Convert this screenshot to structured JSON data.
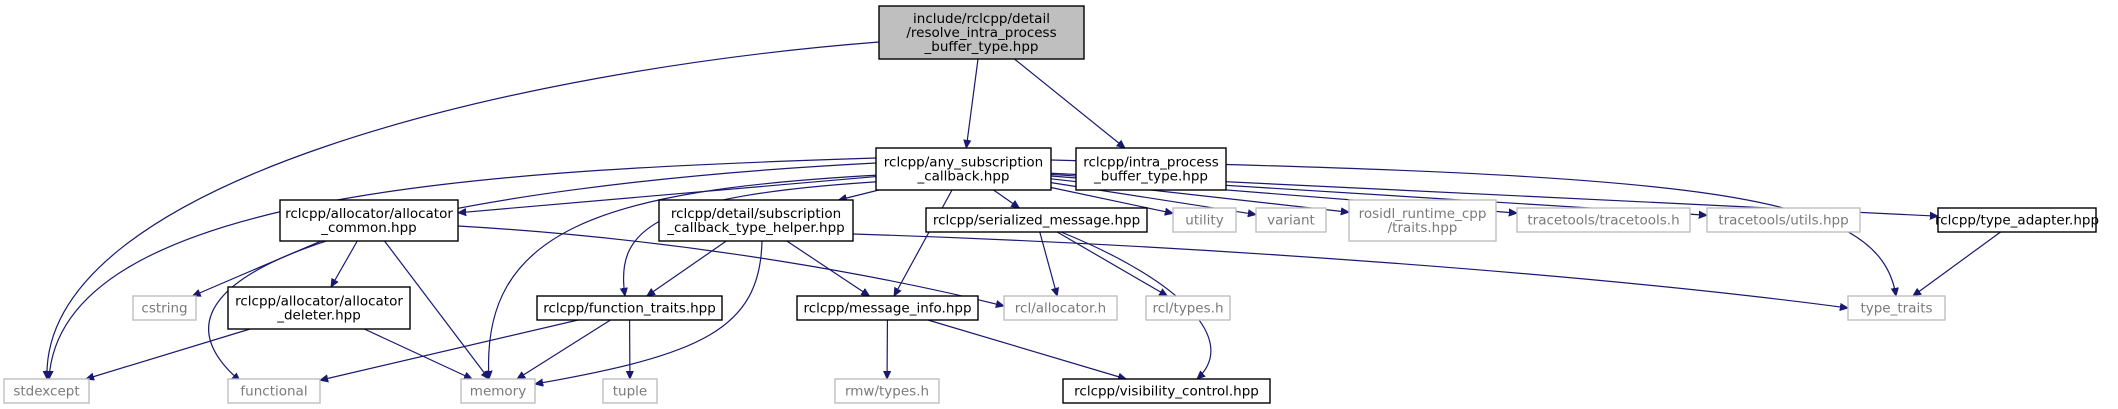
{
  "nodes": [
    {
      "id": "root",
      "kind": "root",
      "lines": [
        "include/rclcpp/detail",
        "/resolve_intra_process",
        "_buffer_type.hpp"
      ]
    },
    {
      "id": "any_sub",
      "kind": "doc",
      "lines": [
        "rclcpp/any_subscription",
        "_callback.hpp"
      ]
    },
    {
      "id": "ip_buf",
      "kind": "doc",
      "lines": [
        "rclcpp/intra_process",
        "_buffer_type.hpp"
      ]
    },
    {
      "id": "alloc_common",
      "kind": "doc",
      "lines": [
        "rclcpp/allocator/allocator",
        "_common.hpp"
      ]
    },
    {
      "id": "sub_cb_helper",
      "kind": "doc",
      "lines": [
        "rclcpp/detail/subscription",
        "_callback_type_helper.hpp"
      ]
    },
    {
      "id": "ser_msg",
      "kind": "doc",
      "lines": [
        "rclcpp/serialized_message.hpp"
      ]
    },
    {
      "id": "utility",
      "kind": "ext",
      "lines": [
        "utility"
      ]
    },
    {
      "id": "variant",
      "kind": "ext",
      "lines": [
        "variant"
      ]
    },
    {
      "id": "rosidl",
      "kind": "ext",
      "lines": [
        "rosidl_runtime_cpp",
        "/traits.hpp"
      ]
    },
    {
      "id": "tt_tracetools",
      "kind": "ext",
      "lines": [
        "tracetools/tracetools.h"
      ]
    },
    {
      "id": "tt_utils",
      "kind": "ext",
      "lines": [
        "tracetools/utils.hpp"
      ]
    },
    {
      "id": "type_adapter",
      "kind": "doc",
      "lines": [
        "rclcpp/type_adapter.hpp"
      ]
    },
    {
      "id": "cstring",
      "kind": "ext",
      "lines": [
        "cstring"
      ]
    },
    {
      "id": "alloc_deleter",
      "kind": "doc",
      "lines": [
        "rclcpp/allocator/allocator",
        "_deleter.hpp"
      ]
    },
    {
      "id": "func_traits",
      "kind": "doc",
      "lines": [
        "rclcpp/function_traits.hpp"
      ]
    },
    {
      "id": "msg_info",
      "kind": "doc",
      "lines": [
        "rclcpp/message_info.hpp"
      ]
    },
    {
      "id": "rcl_alloc",
      "kind": "ext",
      "lines": [
        "rcl/allocator.h"
      ]
    },
    {
      "id": "rcl_types",
      "kind": "ext",
      "lines": [
        "rcl/types.h"
      ]
    },
    {
      "id": "type_traits",
      "kind": "ext",
      "lines": [
        "type_traits"
      ]
    },
    {
      "id": "stdexcept",
      "kind": "ext",
      "lines": [
        "stdexcept"
      ]
    },
    {
      "id": "functional",
      "kind": "ext",
      "lines": [
        "functional"
      ]
    },
    {
      "id": "memory",
      "kind": "ext",
      "lines": [
        "memory"
      ]
    },
    {
      "id": "tuple",
      "kind": "ext",
      "lines": [
        "tuple"
      ]
    },
    {
      "id": "rmw_types",
      "kind": "ext",
      "lines": [
        "rmw/types.h"
      ]
    },
    {
      "id": "vis_ctrl",
      "kind": "doc",
      "lines": [
        "rclcpp/visibility_control.hpp"
      ]
    }
  ],
  "edges": [
    {
      "from": "root",
      "to": "any_sub"
    },
    {
      "from": "root",
      "to": "ip_buf"
    },
    {
      "from": "root",
      "to": "stdexcept"
    },
    {
      "from": "any_sub",
      "to": "alloc_common"
    },
    {
      "from": "any_sub",
      "to": "sub_cb_helper"
    },
    {
      "from": "any_sub",
      "to": "ser_msg"
    },
    {
      "from": "any_sub",
      "to": "utility"
    },
    {
      "from": "any_sub",
      "to": "variant"
    },
    {
      "from": "any_sub",
      "to": "rosidl"
    },
    {
      "from": "any_sub",
      "to": "tt_tracetools"
    },
    {
      "from": "any_sub",
      "to": "tt_utils"
    },
    {
      "from": "any_sub",
      "to": "type_adapter"
    },
    {
      "from": "any_sub",
      "to": "type_traits"
    },
    {
      "from": "any_sub",
      "to": "stdexcept"
    },
    {
      "from": "any_sub",
      "to": "functional"
    },
    {
      "from": "any_sub",
      "to": "memory"
    },
    {
      "from": "any_sub",
      "to": "func_traits"
    },
    {
      "from": "any_sub",
      "to": "msg_info"
    },
    {
      "from": "alloc_common",
      "to": "cstring"
    },
    {
      "from": "alloc_common",
      "to": "alloc_deleter"
    },
    {
      "from": "alloc_common",
      "to": "memory"
    },
    {
      "from": "alloc_common",
      "to": "rcl_alloc"
    },
    {
      "from": "alloc_deleter",
      "to": "stdexcept"
    },
    {
      "from": "alloc_deleter",
      "to": "memory"
    },
    {
      "from": "sub_cb_helper",
      "to": "func_traits"
    },
    {
      "from": "sub_cb_helper",
      "to": "msg_info"
    },
    {
      "from": "sub_cb_helper",
      "to": "memory"
    },
    {
      "from": "sub_cb_helper",
      "to": "type_traits"
    },
    {
      "from": "ser_msg",
      "to": "rcl_alloc"
    },
    {
      "from": "ser_msg",
      "to": "rcl_types"
    },
    {
      "from": "ser_msg",
      "to": "vis_ctrl"
    },
    {
      "from": "type_adapter",
      "to": "type_traits"
    },
    {
      "from": "func_traits",
      "to": "functional"
    },
    {
      "from": "func_traits",
      "to": "memory"
    },
    {
      "from": "func_traits",
      "to": "tuple"
    },
    {
      "from": "msg_info",
      "to": "rmw_types"
    },
    {
      "from": "msg_info",
      "to": "vis_ctrl"
    }
  ]
}
